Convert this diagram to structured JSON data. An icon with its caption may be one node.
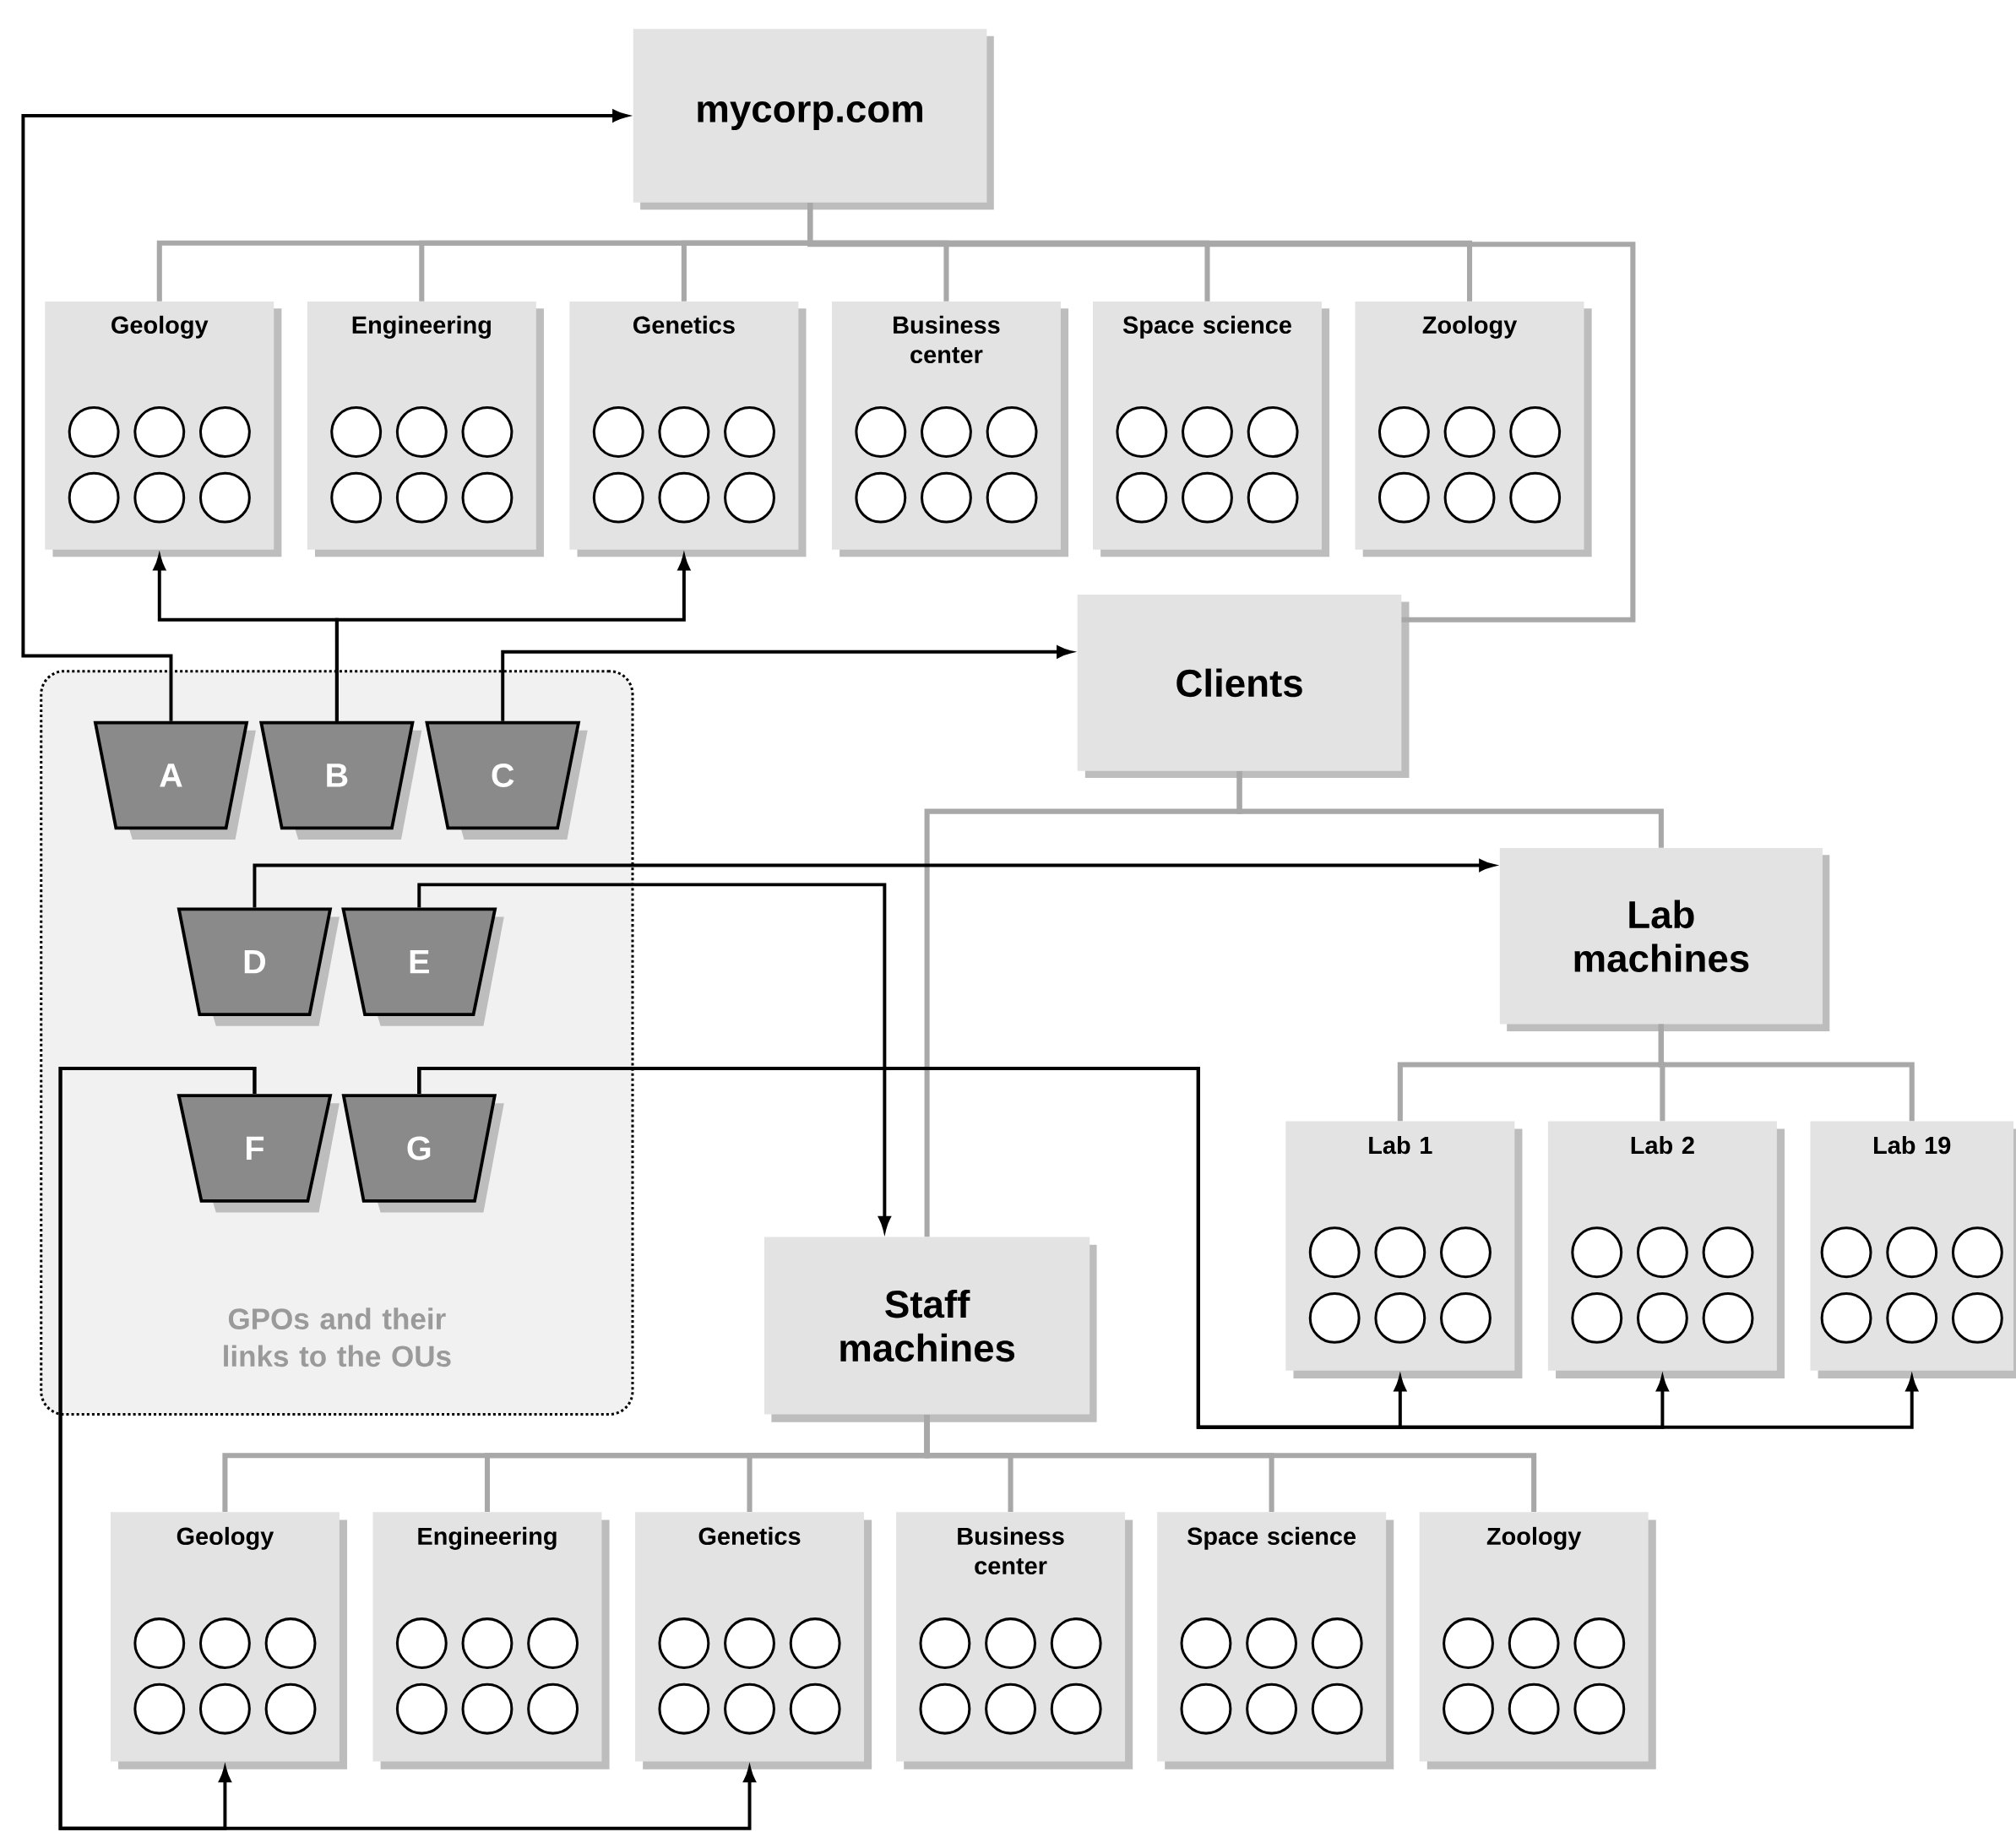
{
  "diagram": {
    "nodes": [
      {
        "text": [
          "mycorp.com"
        ]
      },
      {
        "text": [
          "Geology"
        ]
      },
      {
        "text": [
          "Engineering"
        ]
      },
      {
        "text": [
          "Genetics"
        ]
      },
      {
        "text": [
          "Business center"
        ]
      },
      {
        "text": [
          "Space science"
        ]
      },
      {
        "text": [
          "Zoology"
        ]
      },
      {
        "text": [
          "Clients"
        ]
      },
      {
        "text": [
          "GPOs and their links to the OUs"
        ]
      },
      {
        "text": [
          "A"
        ],
        "in": 8
      },
      {
        "text": [
          "B"
        ],
        "in": 8
      },
      {
        "text": [
          "C"
        ],
        "in": 8
      },
      {
        "text": [
          "D"
        ],
        "in": 8
      },
      {
        "text": [
          "E"
        ],
        "in": 8
      },
      {
        "text": [
          "F"
        ],
        "in": 8
      },
      {
        "text": [
          "G"
        ],
        "in": 8
      },
      {
        "text": [
          "Lab machines"
        ]
      },
      {
        "text": [
          "Lab 1"
        ]
      },
      {
        "text": [
          "Lab 2"
        ]
      },
      {
        "text": [
          "Lab 19"
        ]
      },
      {
        "text": [
          "Staff machines"
        ]
      },
      {
        "text": [
          "Geology"
        ]
      },
      {
        "text": [
          "Engineering"
        ]
      },
      {
        "text": [
          "Genetics"
        ]
      },
      {
        "text": [
          "Business center"
        ]
      },
      {
        "text": [
          "Space science"
        ]
      },
      {
        "text": [
          "Zoology"
        ]
      }
    ],
    "edges": [
      {
        "from": 0,
        "to": 1,
        "arrow": "none"
      },
      {
        "from": 0,
        "to": 2,
        "arrow": "none"
      },
      {
        "from": 0,
        "to": 3,
        "arrow": "none"
      },
      {
        "from": 0,
        "to": 4,
        "arrow": "none"
      },
      {
        "from": 0,
        "to": 5,
        "arrow": "none"
      },
      {
        "from": 0,
        "to": 6,
        "arrow": "none"
      },
      {
        "from": 0,
        "to": 7,
        "arrow": "none"
      },
      {
        "from": 7,
        "to": 20,
        "arrow": "none"
      },
      {
        "from": 7,
        "to": 16,
        "arrow": "none"
      },
      {
        "from": 16,
        "to": 17,
        "arrow": "none"
      },
      {
        "from": 16,
        "to": 18,
        "arrow": "none"
      },
      {
        "from": 16,
        "to": 19,
        "arrow": "none"
      },
      {
        "from": 20,
        "to": 21,
        "arrow": "none"
      },
      {
        "from": 20,
        "to": 22,
        "arrow": "none"
      },
      {
        "from": 20,
        "to": 23,
        "arrow": "none"
      },
      {
        "from": 20,
        "to": 24,
        "arrow": "none"
      },
      {
        "from": 20,
        "to": 25,
        "arrow": "none"
      },
      {
        "from": 20,
        "to": 26,
        "arrow": "none"
      },
      {
        "from": 9,
        "to": 0,
        "arrow": "to",
        "color": "#000000"
      },
      {
        "from": 10,
        "to": 1,
        "arrow": "to",
        "color": "#000000"
      },
      {
        "from": 10,
        "to": 3,
        "arrow": "to",
        "color": "#000000"
      },
      {
        "from": 11,
        "to": 7,
        "arrow": "to",
        "color": "#000000"
      },
      {
        "from": 12,
        "to": 16,
        "arrow": "to",
        "color": "#000000"
      },
      {
        "from": 13,
        "to": 20,
        "arrow": "to",
        "color": "#000000"
      },
      {
        "from": 14,
        "to": 21,
        "arrow": "to",
        "color": "#000000"
      },
      {
        "from": 14,
        "to": 23,
        "arrow": "to",
        "color": "#000000"
      },
      {
        "from": 15,
        "to": 17,
        "arrow": "to",
        "color": "#000000"
      },
      {
        "from": 15,
        "to": 18,
        "arrow": "to",
        "color": "#000000"
      },
      {
        "from": 15,
        "to": 19,
        "arrow": "to",
        "color": "#000000"
      }
    ]
  }
}
